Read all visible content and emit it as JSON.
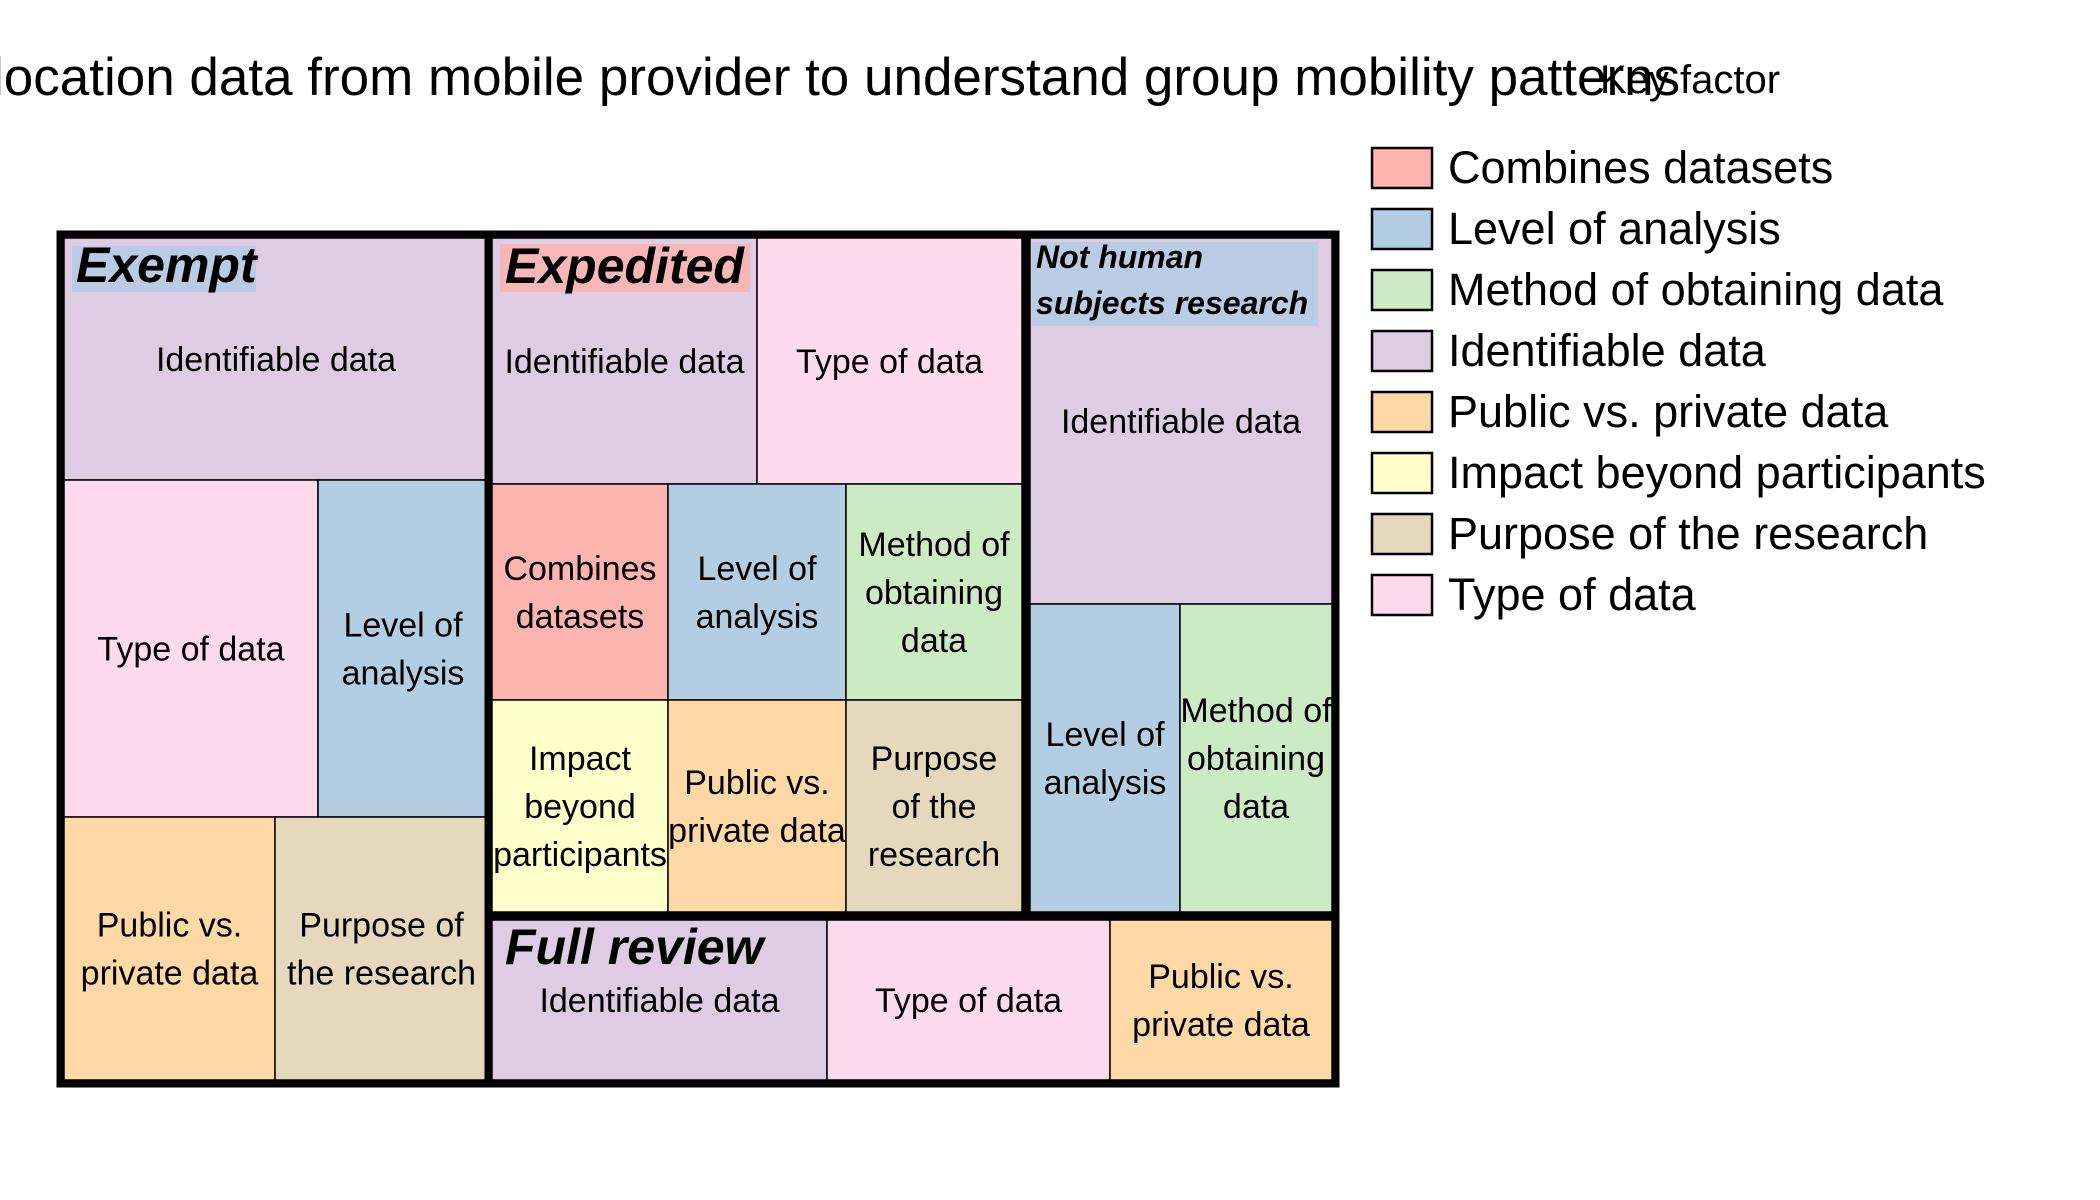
{
  "chart_data": {
    "type": "treemap",
    "title": "location data from mobile provider to understand group mobility patterns",
    "legend": {
      "title": "Key factor",
      "placement": "top-right",
      "items": [
        {
          "name": "Combines datasets",
          "color": "#fbb4ae"
        },
        {
          "name": "Level of analysis",
          "color": "#b3cde3"
        },
        {
          "name": "Method of obtaining data",
          "color": "#ccebc5"
        },
        {
          "name": "Identifiable data",
          "color": "#decbe4"
        },
        {
          "name": "Public vs. private data",
          "color": "#fed9a6"
        },
        {
          "name": "Impact beyond participants",
          "color": "#ffffcc"
        },
        {
          "name": "Purpose of the research",
          "color": "#e5d8bd"
        },
        {
          "name": "Type of data",
          "color": "#fddaec"
        }
      ]
    },
    "groups": [
      {
        "name": "Exempt",
        "label_color": "#b3cde3",
        "cells": [
          {
            "factor": "Identifiable data",
            "label": "Identifiable data"
          },
          {
            "factor": "Type of data",
            "label": "Type of data"
          },
          {
            "factor": "Level of analysis",
            "label": "Level of analysis"
          },
          {
            "factor": "Public vs. private data",
            "label": "Public vs. private data"
          },
          {
            "factor": "Purpose of the research",
            "label": "Purpose of the research"
          }
        ]
      },
      {
        "name": "Expedited",
        "label_color": "#fbb4ae",
        "cells": [
          {
            "factor": "Identifiable data",
            "label": "Identifiable data"
          },
          {
            "factor": "Type of data",
            "label": "Type of data"
          },
          {
            "factor": "Combines datasets",
            "label": "Combines datasets"
          },
          {
            "factor": "Level of analysis",
            "label": "Level of analysis"
          },
          {
            "factor": "Method of obtaining data",
            "label": "Method of obtaining data"
          },
          {
            "factor": "Impact beyond participants",
            "label": "Impact beyond participants"
          },
          {
            "factor": "Public vs. private data",
            "label": "Public vs. private data"
          },
          {
            "factor": "Purpose of the research",
            "label": "Purpose of the research"
          }
        ]
      },
      {
        "name": "Not human subjects research",
        "label_color": "#b3cde3",
        "cells": [
          {
            "factor": "Identifiable data",
            "label": "Identifiable data"
          },
          {
            "factor": "Level of analysis",
            "label": "Level of analysis"
          },
          {
            "factor": "Method of obtaining data",
            "label": "Method of obtaining data"
          }
        ]
      },
      {
        "name": "Full review",
        "label_color": "#decbe4",
        "cells": [
          {
            "factor": "Identifiable data",
            "label": "Identifiable data"
          },
          {
            "factor": "Type of data",
            "label": "Type of data"
          },
          {
            "factor": "Public vs. private data",
            "label": "Public vs. private data"
          }
        ]
      }
    ]
  }
}
